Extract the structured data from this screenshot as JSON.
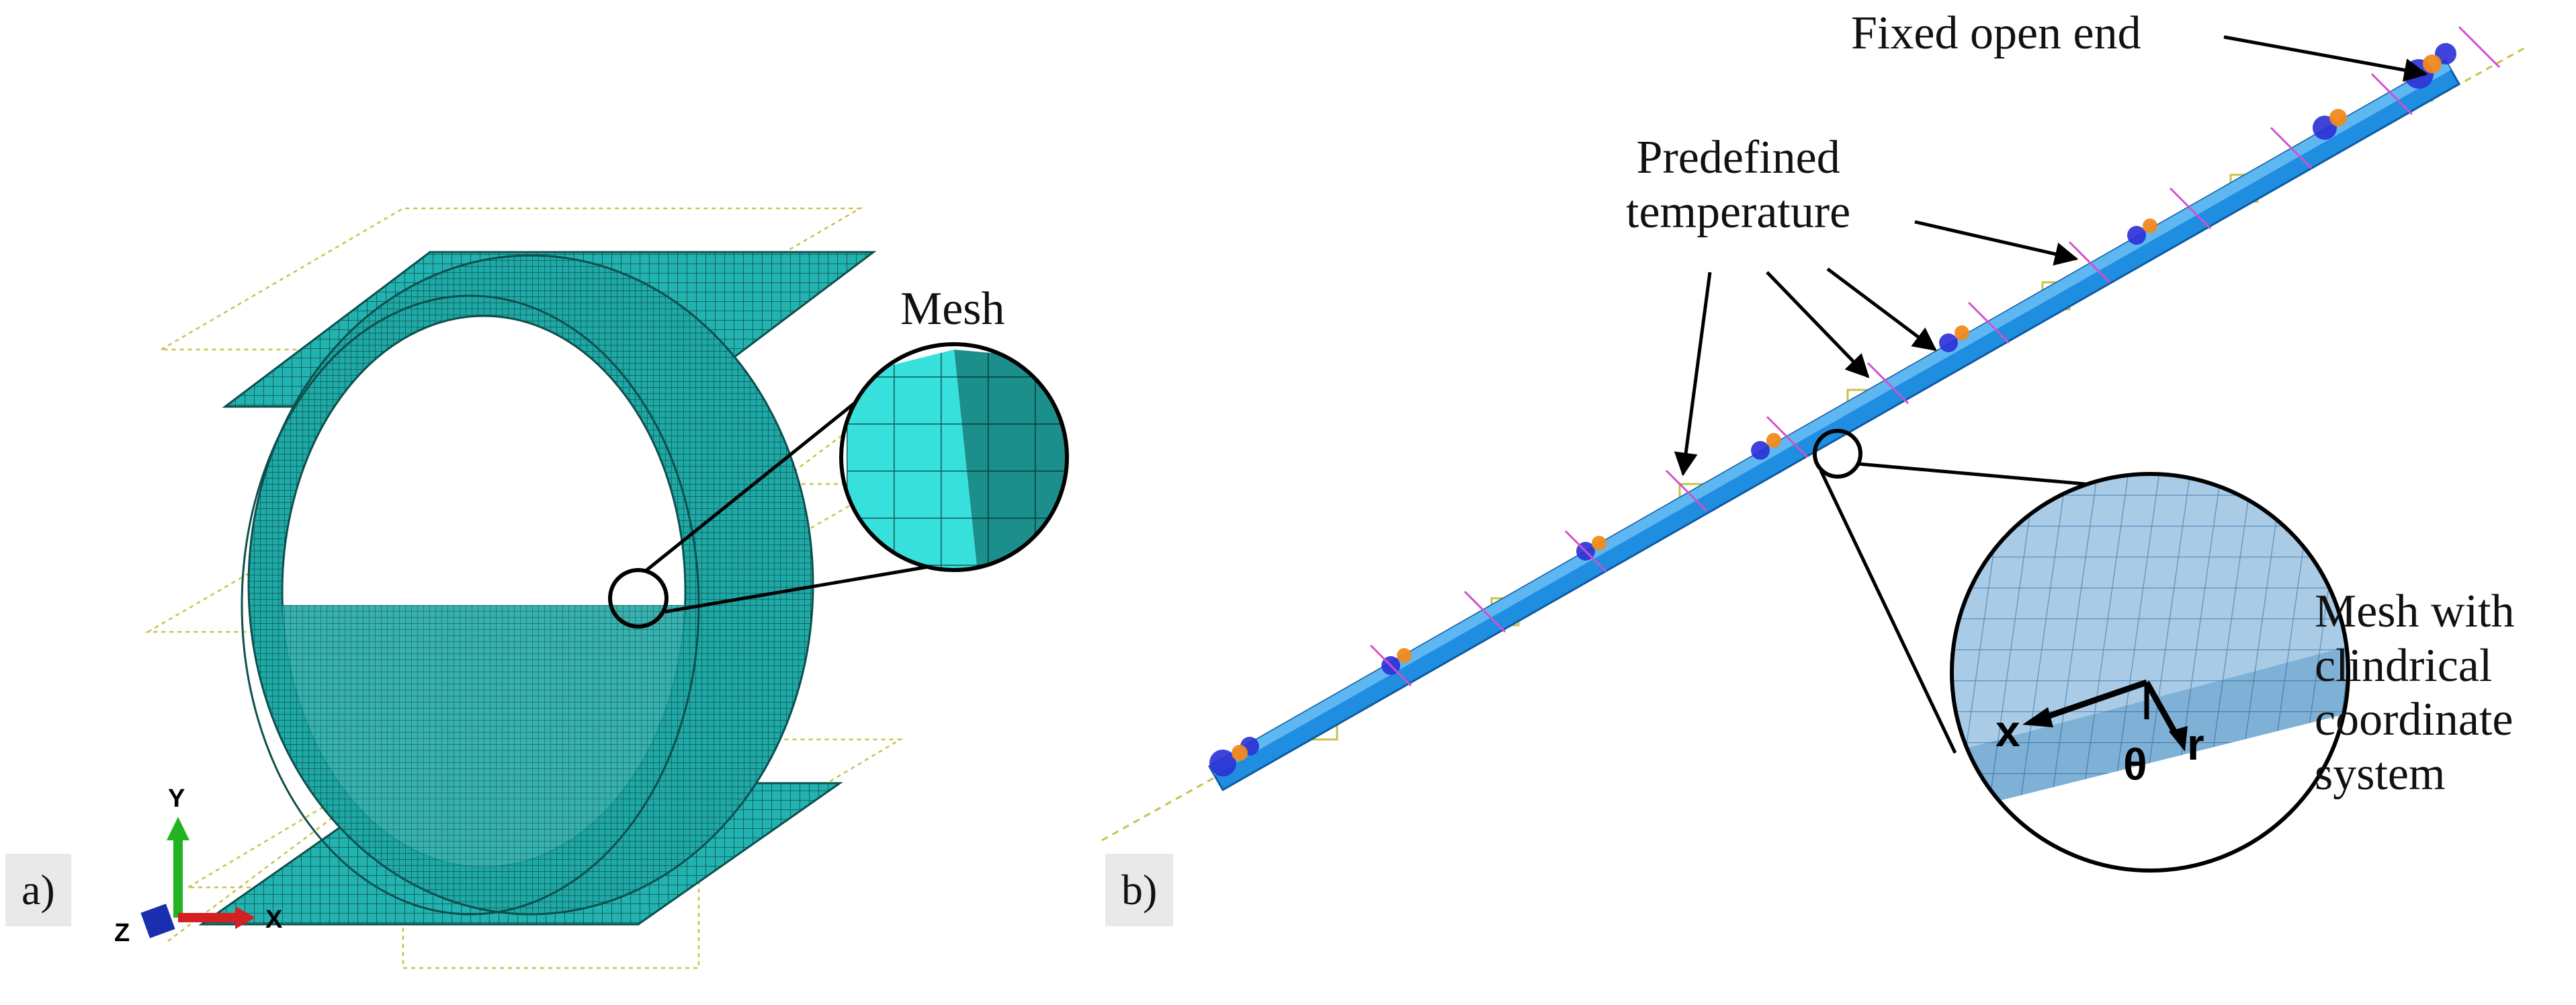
{
  "panels": [
    {
      "tag": "a)"
    },
    {
      "tag": "b)"
    }
  ],
  "panel_a": {
    "callout": "Mesh",
    "triad": {
      "y": "Y",
      "x": "X",
      "z": "Z"
    }
  },
  "panel_b": {
    "callout_fixed": "Fixed open end",
    "callout_predefined_line1": "Predefined",
    "callout_predefined_line2": "temperature",
    "callout_mesh_line1": "Mesh with",
    "callout_mesh_line2": "clindrical",
    "callout_mesh_line3": "coordinate",
    "callout_mesh_line4": "system",
    "axis_x": "x",
    "axis_theta": "θ",
    "axis_r": "r"
  },
  "colors": {
    "mesh_teal": "#22b3b0",
    "mesh_line": "#0d4f4d",
    "pipe_blue": "#1f8de0",
    "bc_blue": "#2a2fd6",
    "bc_orange": "#f08a1e",
    "load_pink": "#d24fd0",
    "guide_yellow": "#c9c24a",
    "zoom_blue": "#9fc4e0"
  }
}
